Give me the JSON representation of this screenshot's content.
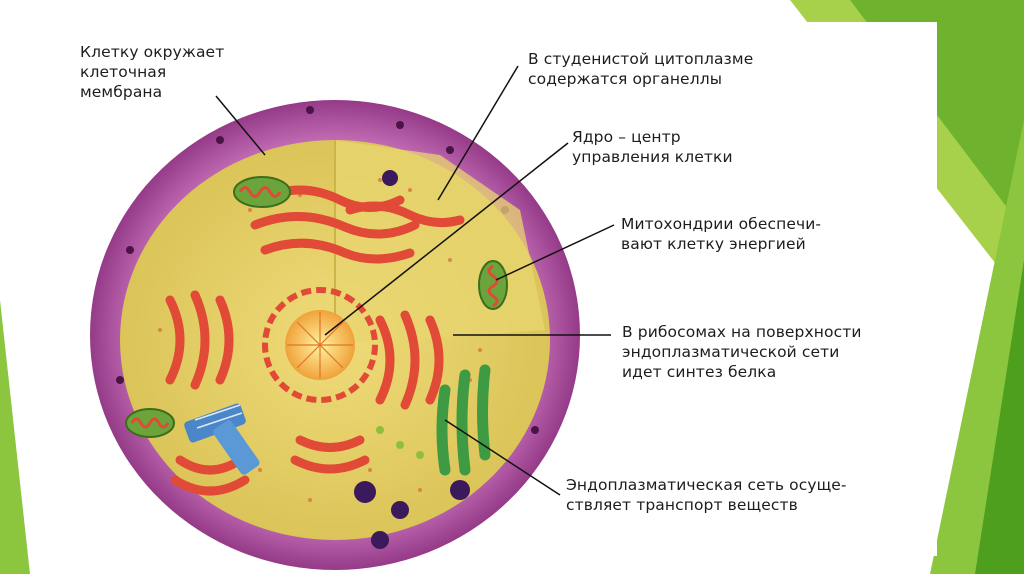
{
  "slide": {
    "accent_colors": {
      "green_light": "#a7d14a",
      "green_dark": "#4f9f1e"
    },
    "diagram": {
      "subject": "animal cell",
      "colors": {
        "membrane": "#9c3a8e",
        "cytoplasm": "#e4cf63",
        "organelles_red": "#e04a36",
        "er_green": "#3f9a44",
        "centrioles_blue": "#4a86c8"
      }
    },
    "labels": {
      "membrane": "Клетку окружает\nклеточная\nмембрана",
      "cytoplasm": "В студенистой цитоплазме\nсодержатся органеллы",
      "nucleus": "Ядро – центр\nуправления клетки",
      "mitochondria": "Митохондрии обеспечи-\nвают клетку энергией",
      "ribosomes": "В рибосомах на поверхности\nэндоплазматической сети\nидет синтез белка",
      "er": "Эндоплазматическая сеть осуще-\nствляет транспорт веществ"
    }
  }
}
